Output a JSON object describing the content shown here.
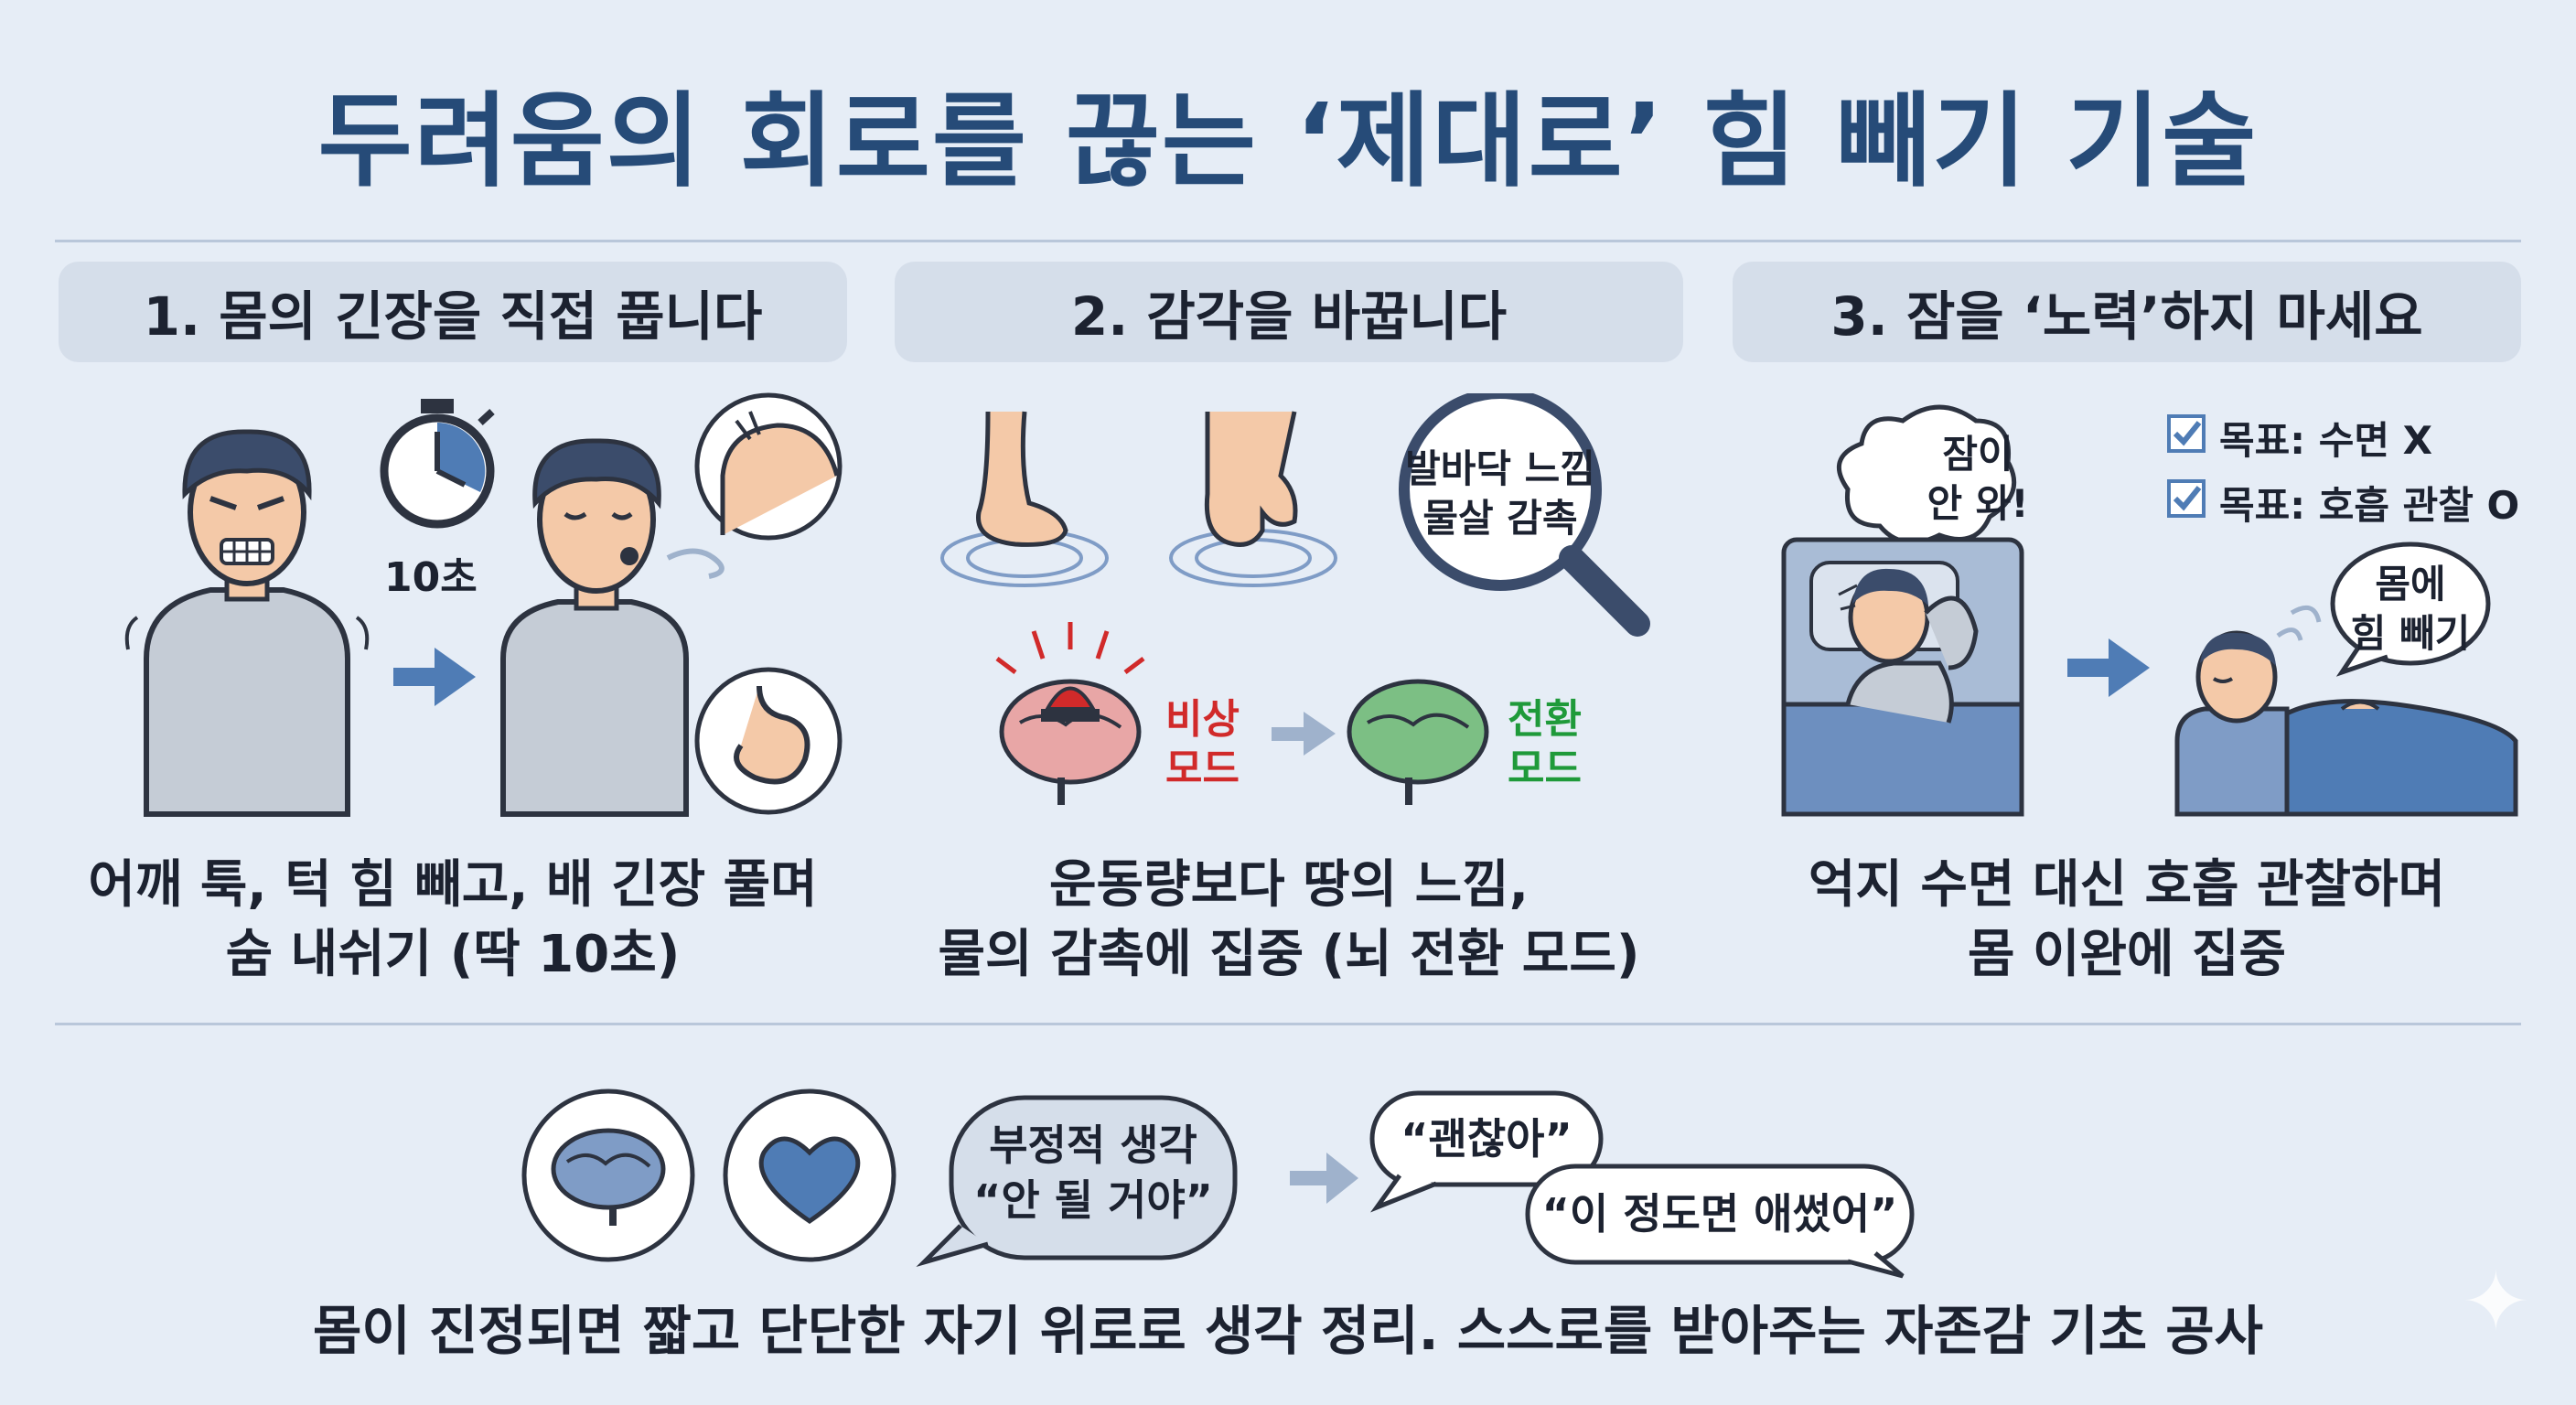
{
  "title": "두려움의 회로를 끊는 ‘제대로’ 힘 빼기 기술",
  "sections": [
    {
      "heading": "1. 몸의 긴장을 직접 풉니다",
      "timer_label": "10초",
      "caption_line1": "어깨 툭, 턱 힘 빼고, 배 긴장 풀며",
      "caption_line2": "숨 내쉬기 (딱 10초)"
    },
    {
      "heading": "2. 감각을 바꿉니다",
      "magnifier_line1": "발바닥 느낌",
      "magnifier_line2": "물살 감촉",
      "emergency_line1": "비상",
      "emergency_line2": "모드",
      "switch_line1": "전환",
      "switch_line2": "모드",
      "caption_line1": "운동량보다 땅의 느낌,",
      "caption_line2": "물의 감촉에 집중 (뇌 전환 모드)"
    },
    {
      "heading": "3. 잠을 ‘노력’하지 마세요",
      "thought_line1": "잠이",
      "thought_line2": "안 와!",
      "goal1": "목표: 수면 X",
      "goal2": "목표: 호흡 관찰 O",
      "relax_line1": "몸에",
      "relax_line2": "힘 빼기",
      "caption_line1": "억지 수면 대신 호흡 관찰하며",
      "caption_line2": "몸 이완에 집중"
    }
  ],
  "bottom": {
    "negative_line1": "부정적 생각",
    "negative_line2": "“안 될 거야”",
    "positive1": "“괜찮아”",
    "positive2": "“이 정도면 애썼어”",
    "caption": "몸이 진정되면 짧고 단단한 자기 위로로 생각 정리. 스스로를 받아주는 자존감 기초 공사"
  },
  "colors": {
    "background": "#e6edf6",
    "title": "#264b78",
    "accent": "#4f7cb5",
    "emergency": "#d12a2a",
    "switch": "#1f9a3a"
  }
}
